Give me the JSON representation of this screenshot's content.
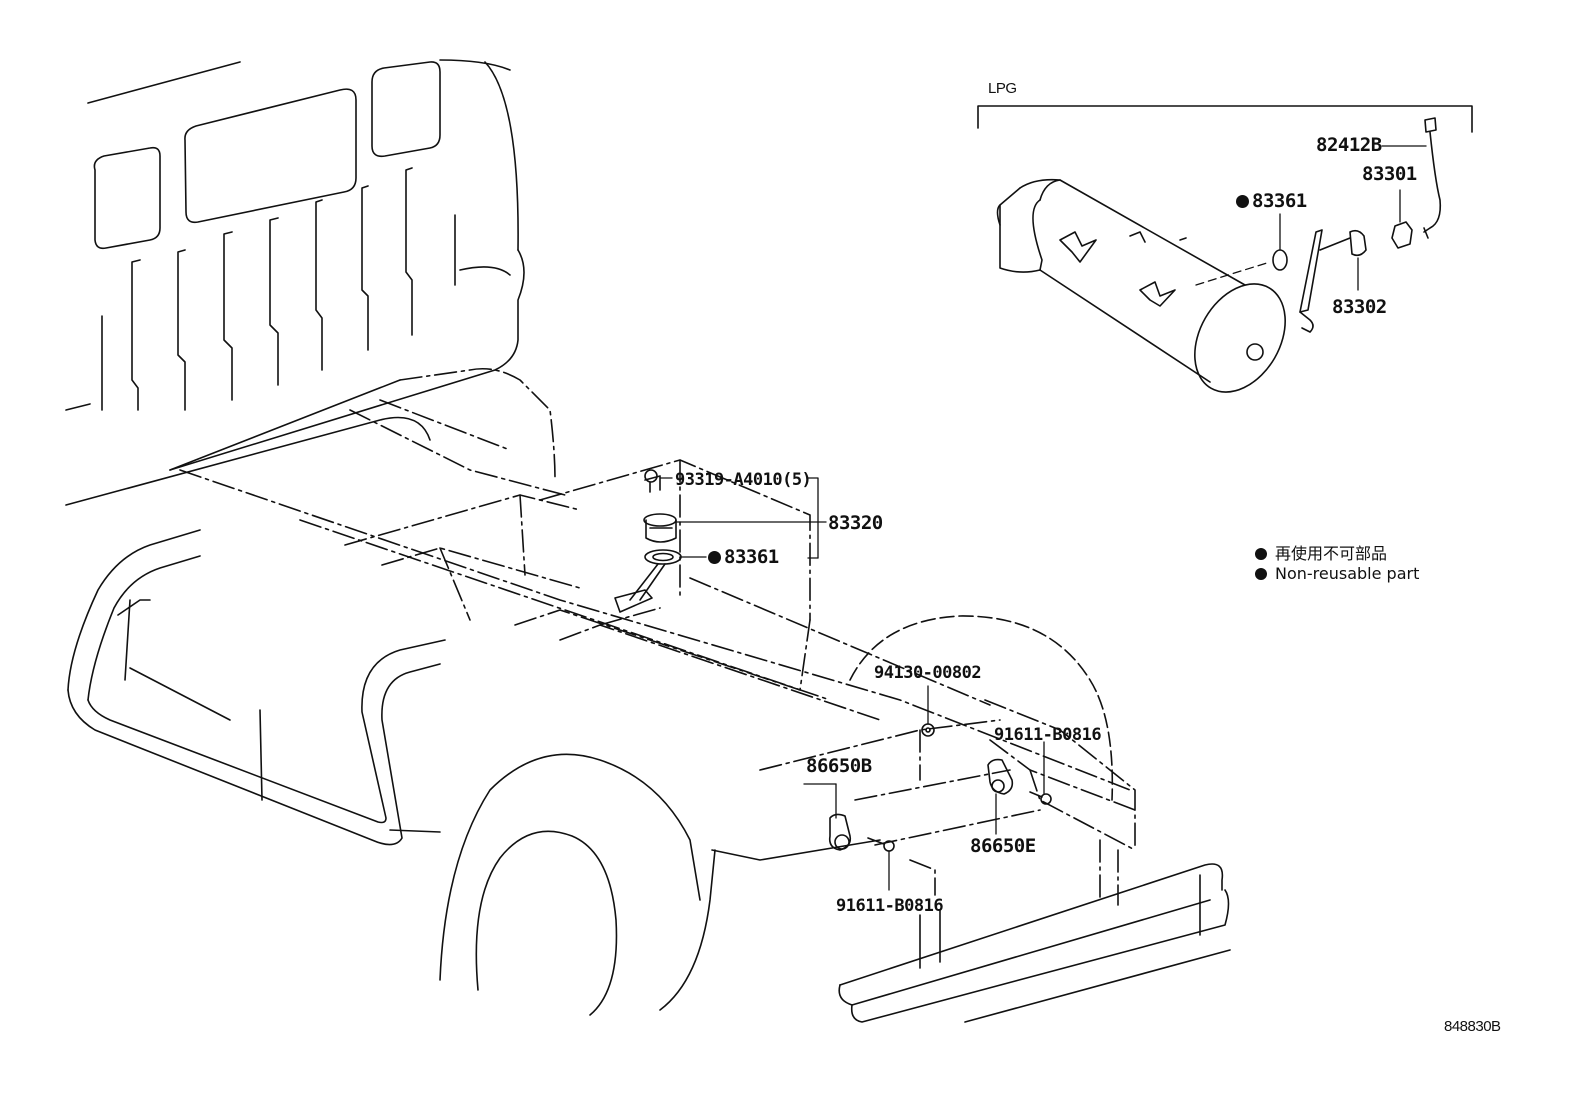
{
  "diagram": {
    "group_label": "LPG",
    "callouts": {
      "p82412B": "82412B",
      "p83301": "83301",
      "p83361_top": "83361",
      "p83302": "83302",
      "p93319": "93319-A4010(5)",
      "p83320": "83320",
      "p83361_mid": "83361",
      "p94130": "94130-00802",
      "p91611_right": "91611-B0816",
      "p86650B": "86650B",
      "p86650E": "86650E",
      "p91611_bottom": "91611-B0816"
    },
    "legend": {
      "japanese": "再使用不可部品",
      "english": "Non-reusable part"
    },
    "illustration_code": "848830B"
  },
  "colors": {
    "ink": "#111111",
    "background": "#ffffff"
  },
  "icons": {
    "non_reusable_marker": "filled-circle-icon"
  }
}
